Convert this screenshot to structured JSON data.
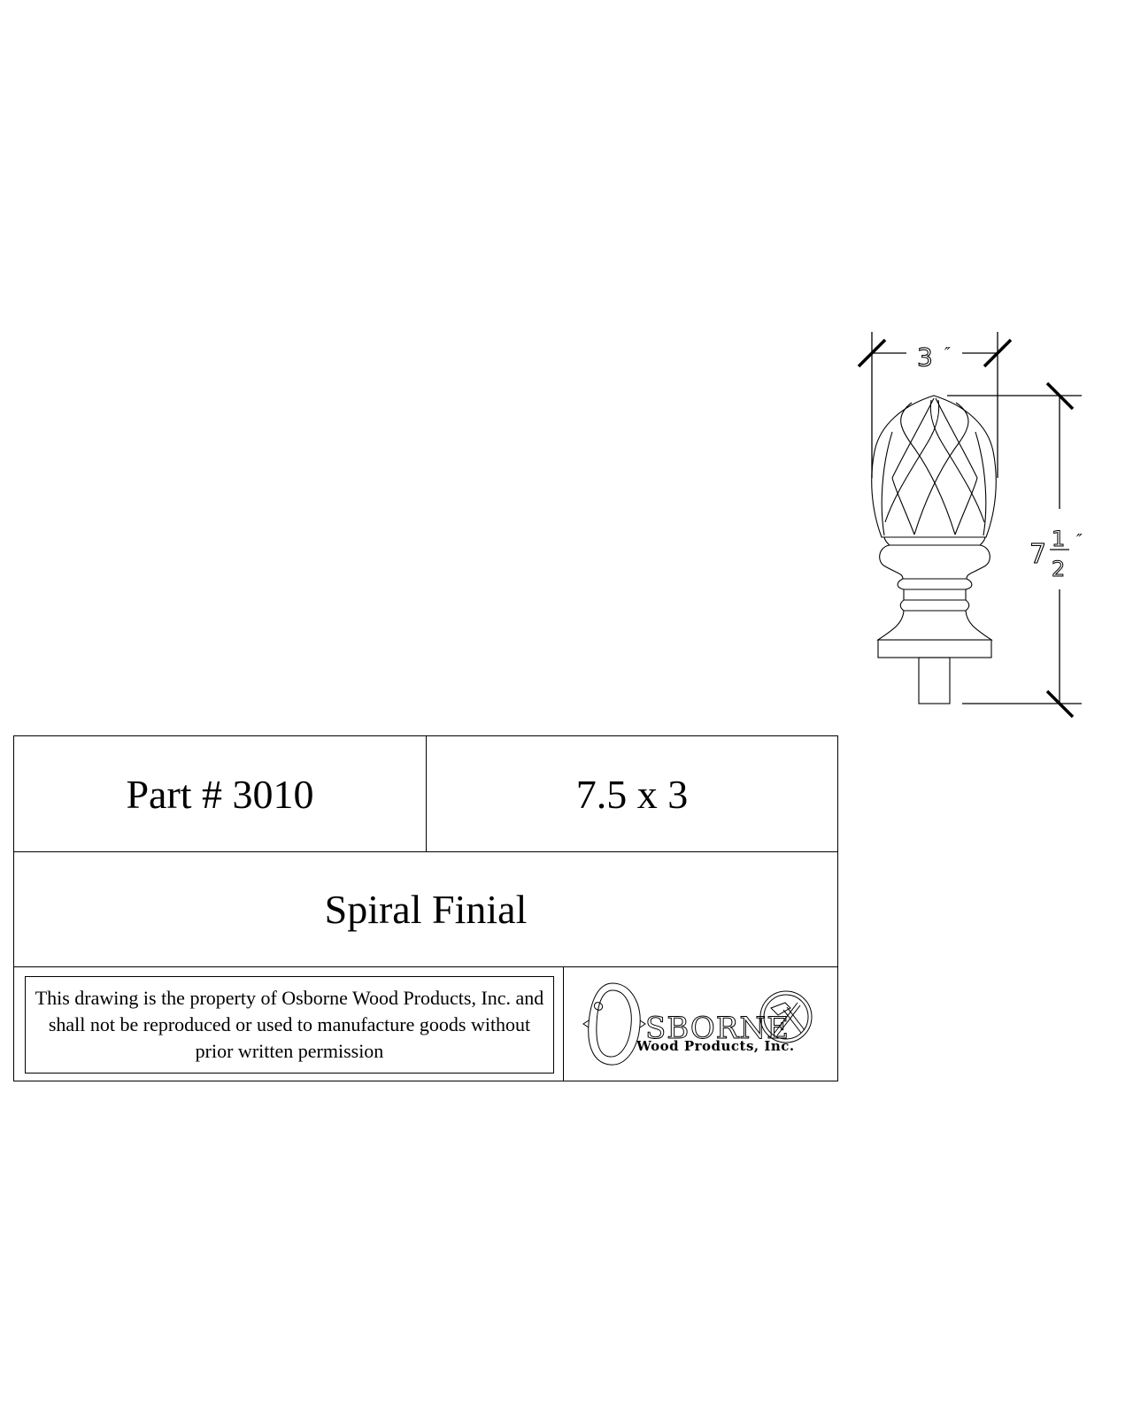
{
  "drawing": {
    "subject": "Spiral Finial profile",
    "dimensions": {
      "width_label": "3",
      "width_unit": "″",
      "height_whole": "7",
      "height_fraction_numerator": "1",
      "height_fraction_denominator": "2",
      "height_unit": "″"
    }
  },
  "title_block": {
    "part_number": "Part # 3010",
    "size": "7.5 x 3",
    "part_name": "Spiral Finial",
    "notice": "This drawing is the property of Osborne Wood Products, Inc. and shall not be reproduced or used to manufacture goods without prior written permission",
    "logo": {
      "initial": "O",
      "wordmark": "SBORNE",
      "subtitle": "Wood  Products,  Inc.",
      "emblem": "hammer-icon"
    }
  },
  "colors": {
    "line": "#000000",
    "background": "#ffffff"
  }
}
